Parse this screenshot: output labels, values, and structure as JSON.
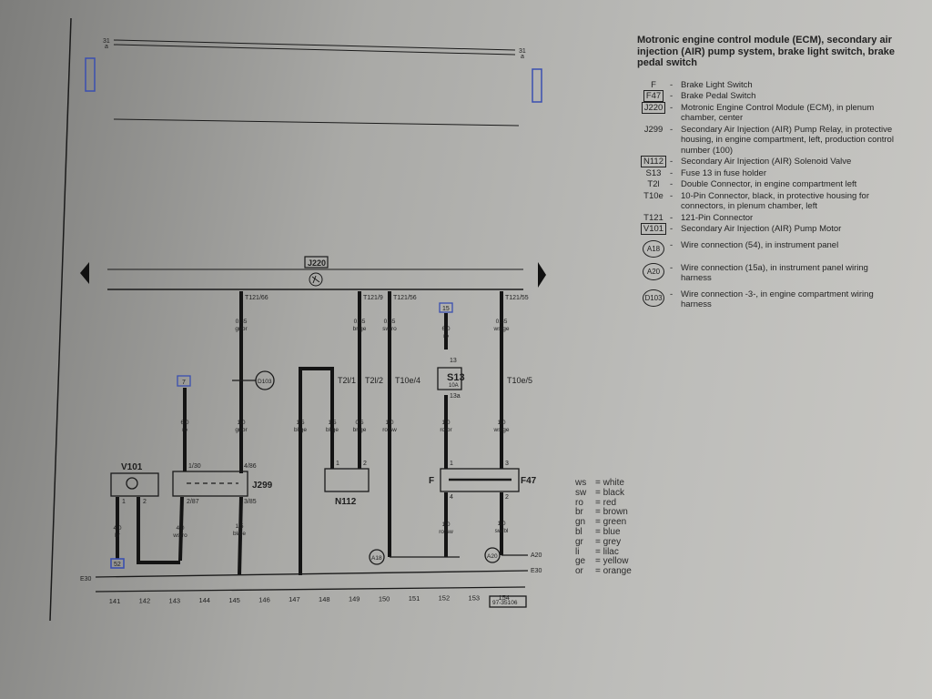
{
  "title": "Motronic engine control module (ECM), secondary air injection (AIR) pump system, brake light switch, brake pedal switch",
  "legend": [
    {
      "code": "F",
      "style": "plain",
      "text": "Brake Light Switch"
    },
    {
      "code": "F47",
      "style": "box",
      "text": "Brake Pedal Switch"
    },
    {
      "code": "J220",
      "style": "box",
      "text": "Motronic Engine Control Module (ECM), in plenum chamber, center"
    },
    {
      "code": "J299",
      "style": "plain",
      "text": "Secondary Air Injection (AIR) Pump Relay, in protective housing, in engine compartment, left, production control number (100)"
    },
    {
      "code": "N112",
      "style": "box",
      "text": "Secondary Air Injection (AIR) Solenoid Valve"
    },
    {
      "code": "S13",
      "style": "plain",
      "text": "Fuse 13 in fuse holder"
    },
    {
      "code": "T2l",
      "style": "plain",
      "text": "Double Connector, in engine compartment left"
    },
    {
      "code": "T10e",
      "style": "plain",
      "text": "10-Pin Connector, black, in protective housing for connectors, in plenum chamber, left"
    },
    {
      "code": "T121",
      "style": "plain",
      "text": "121-Pin Connector"
    },
    {
      "code": "V101",
      "style": "box",
      "text": "Secondary Air Injection (AIR) Pump Motor"
    },
    {
      "code": "A18",
      "style": "circle",
      "text": "Wire connection (54), in instrument panel"
    },
    {
      "code": "A20",
      "style": "circle",
      "text": "Wire connection (15a), in instrument panel wiring harness"
    },
    {
      "code": "D103",
      "style": "circle",
      "text": "Wire connection -3-, in engine compartment wiring harness"
    }
  ],
  "colors": [
    {
      "k": "ws",
      "v": "white"
    },
    {
      "k": "sw",
      "v": "black"
    },
    {
      "k": "ro",
      "v": "red"
    },
    {
      "k": "br",
      "v": "brown"
    },
    {
      "k": "gn",
      "v": "green"
    },
    {
      "k": "bl",
      "v": "blue"
    },
    {
      "k": "gr",
      "v": "grey"
    },
    {
      "k": "li",
      "v": "lilac"
    },
    {
      "k": "ge",
      "v": "yellow"
    },
    {
      "k": "or",
      "v": "orange"
    }
  ],
  "diagram": {
    "top_terminal": "31",
    "top_sub": "a",
    "ecm": "J220",
    "relay": "J299",
    "motor": "V101",
    "valve": "N112",
    "brake_f": "F",
    "brake_f47": "F47",
    "fuse": "S13",
    "fuse_rating": "10A",
    "fuse_in": "13",
    "fuse_out": "13a",
    "term15": "15",
    "term7": "7",
    "term52": "52",
    "pins": {
      "t66": "T121/66",
      "t9": "T121/9",
      "t56": "T121/56",
      "t55": "T121/55",
      "t2l1": "T2l/1",
      "t2l2": "T2l/2",
      "t10e4": "T10e/4",
      "t10e5": "T10e/5",
      "r130": "1/30",
      "r486": "4/86",
      "r287": "2/87",
      "r385": "3/85",
      "m1": "1",
      "m2": "2",
      "n1": "1",
      "n2": "2",
      "f1": "1",
      "f4": "4",
      "f3": "3",
      "f2": "2"
    },
    "wires": {
      "w66a": [
        "0,35",
        "gr/br"
      ],
      "w66b": [
        "1,0",
        "gr/br"
      ],
      "w9a": [
        "0,35",
        "br/ge"
      ],
      "w9b": [
        "0,5",
        "br/ge"
      ],
      "w56a": [
        "0,35",
        "sw/ro"
      ],
      "w56b": [
        "1,0",
        "ro/sw"
      ],
      "w15": [
        "6,0",
        "ro"
      ],
      "w13a": [
        "1,0",
        "ro/br"
      ],
      "w55a": [
        "0,35",
        "ws/ge"
      ],
      "w55b": [
        "1,0",
        "ws/ge"
      ],
      "w7": [
        "6,0",
        "ro"
      ],
      "w147": [
        "1,5",
        "bl/ge"
      ],
      "w148": [
        "1,5",
        "bl/ge"
      ],
      "wm1": [
        "4,0",
        "br"
      ],
      "w287": [
        "4,0",
        "ws/ro"
      ],
      "w385": [
        "1,5",
        "bl/ge"
      ],
      "wf4": [
        "1,0",
        "ro/sw"
      ],
      "wf2": [
        "1,0",
        "sw/bl"
      ]
    },
    "splice_a18": "A18",
    "splice_a20": "A20",
    "splice_d103": "D103",
    "rail_e30": "E30",
    "rail_a20": "A20",
    "tracks": [
      "141",
      "142",
      "143",
      "144",
      "145",
      "146",
      "147",
      "148",
      "149",
      "150",
      "151",
      "152",
      "153",
      "154"
    ],
    "ref": "97-35106"
  }
}
